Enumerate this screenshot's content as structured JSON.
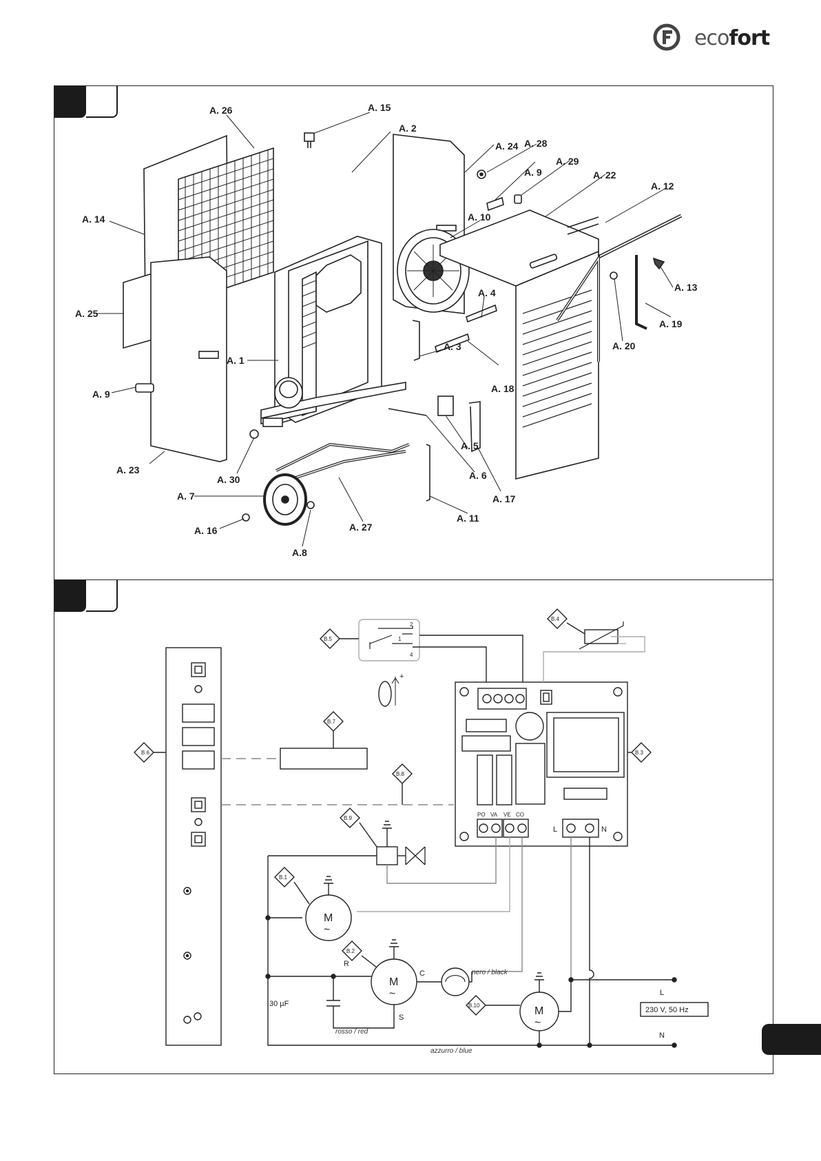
{
  "brand": {
    "name_prefix": "eco",
    "name_suffix": "fort",
    "icon": "ecofort-logo-icon"
  },
  "exploded_view": {
    "labels": {
      "a1": "A. 1",
      "a2": "A. 2",
      "a3": "A. 3",
      "a4": "A. 4",
      "a5": "A. 5",
      "a6": "A. 6",
      "a7": "A. 7",
      "a8": "A.8",
      "a9a": "A. 9",
      "a9b": "A. 9",
      "a10": "A. 10",
      "a11": "A. 11",
      "a12": "A. 12",
      "a13": "A. 13",
      "a14": "A. 14",
      "a15": "A. 15",
      "a16": "A. 16",
      "a17": "A. 17",
      "a18": "A. 18",
      "a19": "A. 19",
      "a20": "A. 20",
      "a22": "A. 22",
      "a23": "A. 23",
      "a24": "A. 24",
      "a25": "A. 25",
      "a26": "A. 26",
      "a27": "A. 27",
      "a28": "A. 28",
      "a29": "A. 29",
      "a30": "A. 30"
    }
  },
  "wiring_diagram": {
    "tags": {
      "b1": "B.1",
      "b2": "B.2",
      "b3": "B.3",
      "b4": "B.4",
      "b5": "B.5",
      "b6": "B.6",
      "b7": "B.7",
      "b8": "B.8",
      "b9": "B.9",
      "b10": "B.10"
    },
    "terminals": {
      "po": "PO",
      "va": "VA",
      "ve": "VE",
      "co": "CO",
      "l": "L",
      "n": "N"
    },
    "switch_pins": {
      "p1": "1",
      "p2": "2",
      "p4": "4"
    },
    "plus": "+",
    "motor_letter": "M",
    "motor_tilde": "~",
    "compressor_pins": {
      "r": "R",
      "c": "C",
      "s": "S"
    },
    "capacitor": "30 µF",
    "wires": {
      "red": "rosso /   red",
      "black": "nero /   black",
      "blue": "azzurro /   blue"
    },
    "supply": {
      "line": "L",
      "neutral": "N",
      "rating": "230 V, 50 Hz"
    }
  }
}
